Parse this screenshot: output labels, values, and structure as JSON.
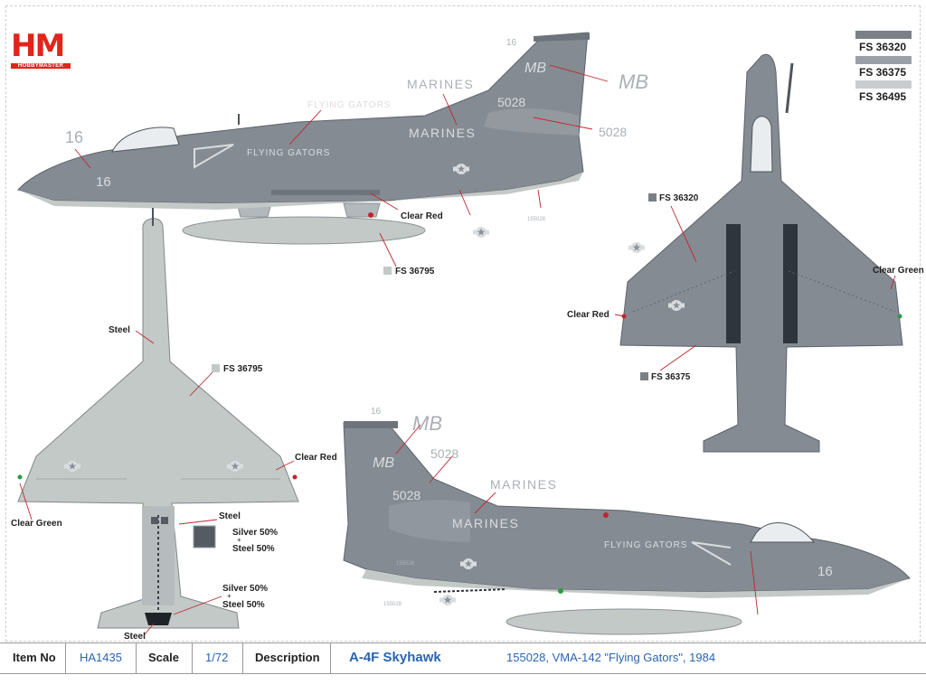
{
  "brand": {
    "logo_text": "HM",
    "logo_sub": "HOBBYMASTER"
  },
  "paint_legend": [
    {
      "code": "FS 36320",
      "color": "#7b8087"
    },
    {
      "code": "FS 36375",
      "color": "#9aa0a7"
    },
    {
      "code": "FS 36495",
      "color": "#c8ccce"
    }
  ],
  "markings": {
    "marines": "MARINES",
    "squadron": "FLYING GATORS",
    "modex": "16",
    "tail_code": "MB",
    "bureau": "5028",
    "serial": "155028"
  },
  "callouts": {
    "clear_red": "Clear Red",
    "clear_green": "Clear Green",
    "steel": "Steel",
    "silver_steel_line1": "Silver 50%",
    "silver_steel_plus": "+",
    "silver_steel_line2": "Steel 50%",
    "fs36795": "FS 36795",
    "fs36320": "FS 36320",
    "fs36375": "FS 36375"
  },
  "colors": {
    "fs36320": "#7b8087",
    "fs36375": "#9aa0a7",
    "fs36495": "#c8ccce",
    "fs36795": "#c3c9c6",
    "upper_gray": "#858b92",
    "lower_gray": "#c3c9c6",
    "walkway": "#2f353c",
    "logo_red": "#e1251b",
    "accent_blue": "#2a64b0"
  },
  "footer": {
    "item_no_label": "Item No",
    "item_no": "HA1435",
    "scale_label": "Scale",
    "scale": "1/72",
    "description_label": "Description",
    "aircraft": "A-4F Skyhawk",
    "details": "155028, VMA-142 \"Flying Gators\", 1984"
  }
}
